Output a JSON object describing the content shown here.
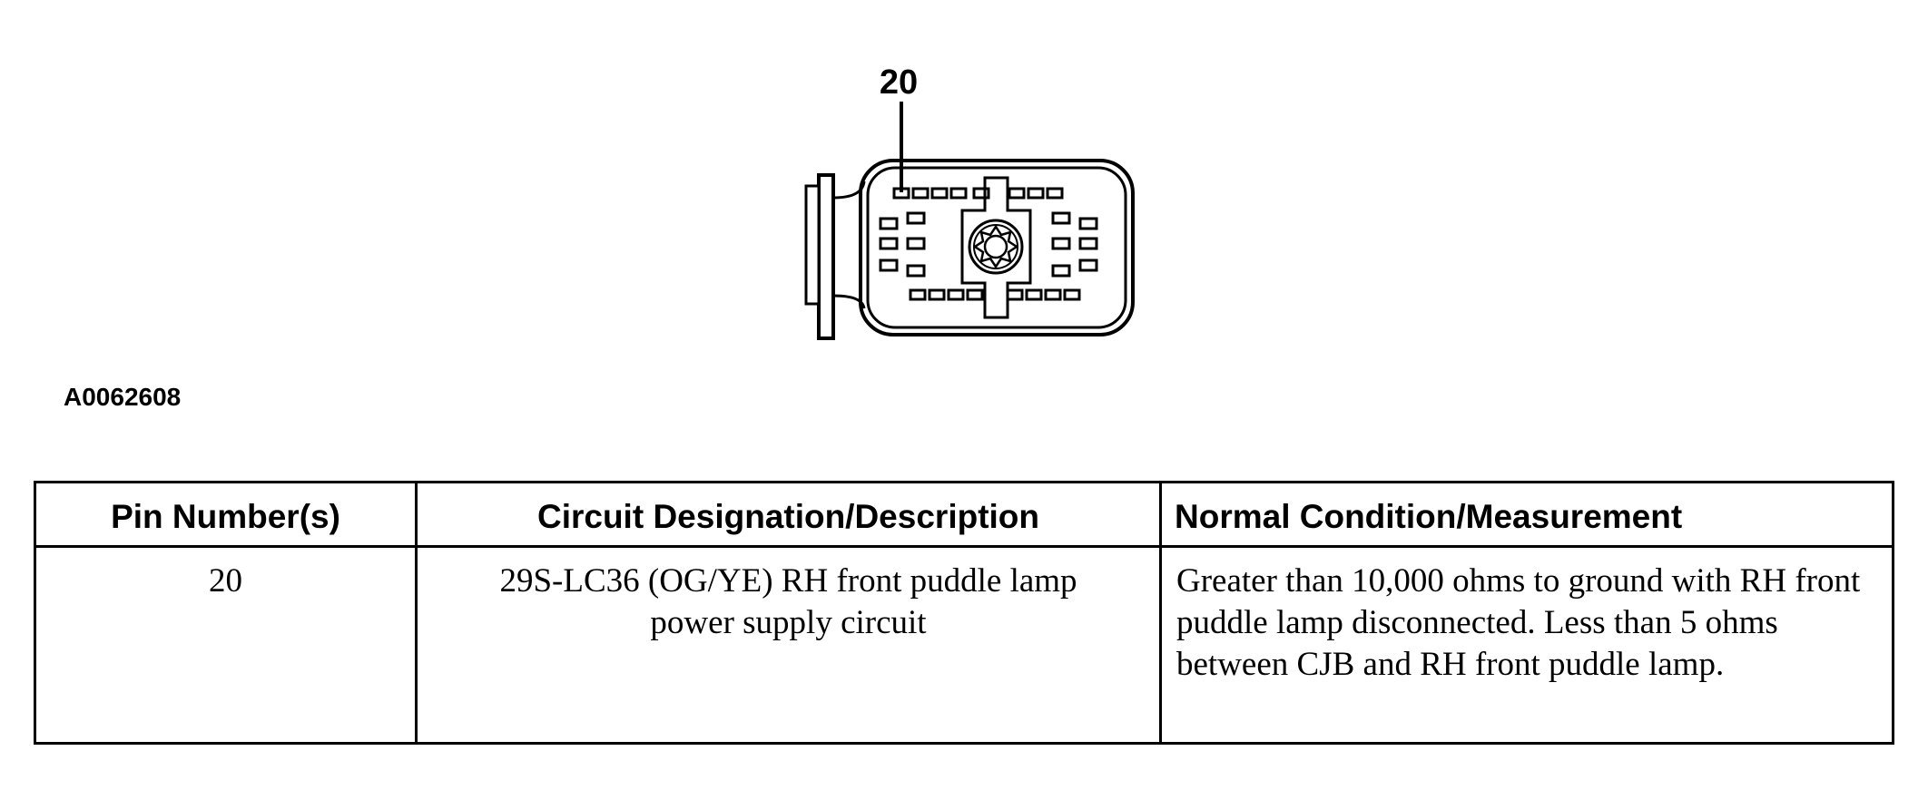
{
  "diagram": {
    "callout_label": "20",
    "figure_id": "A0062608"
  },
  "table": {
    "headers": {
      "pin": "Pin Number(s)",
      "circuit": "Circuit Designation/Description",
      "condition": "Normal Condition/Measurement"
    },
    "rows": [
      {
        "pin": "20",
        "circuit_line1": "29S-LC36 (OG/YE) RH front puddle lamp",
        "circuit_line2": "power supply circuit",
        "condition": "Greater than 10,000 ohms to ground with RH front puddle lamp disconnected. Less than 5 ohms between CJB and RH front puddle lamp."
      }
    ]
  }
}
